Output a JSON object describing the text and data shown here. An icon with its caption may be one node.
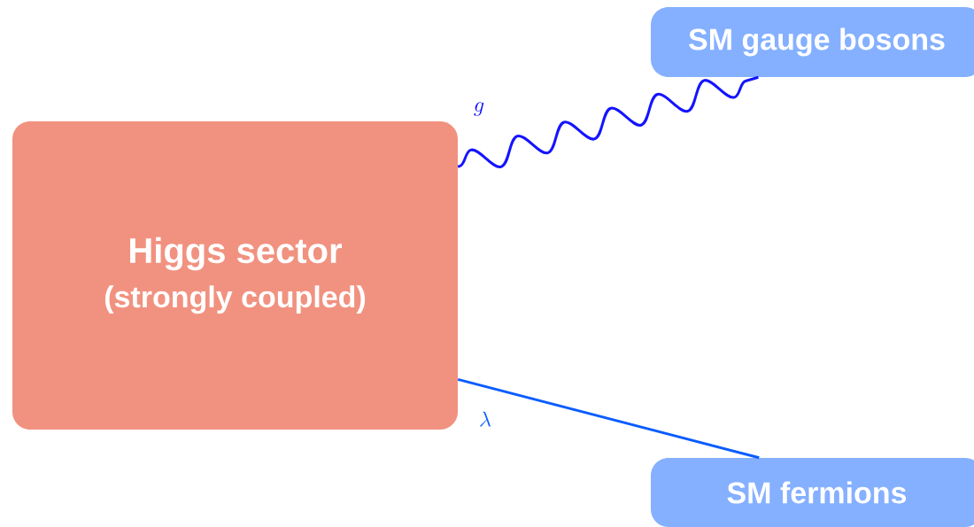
{
  "diagram": {
    "nodes": [
      {
        "text": [
          "Higgs sector",
          "(strongly coupled)"
        ]
      },
      {
        "text": [
          "SM gauge bosons"
        ]
      },
      {
        "text": [
          "SM fermions"
        ]
      }
    ],
    "edges": [
      {
        "from": 0,
        "to": 1,
        "arrow": "none",
        "label": "g",
        "color": "#1414ff"
      },
      {
        "from": 0,
        "to": 2,
        "arrow": "none",
        "label": "\\lambda",
        "color": "#0a5cff"
      }
    ]
  }
}
